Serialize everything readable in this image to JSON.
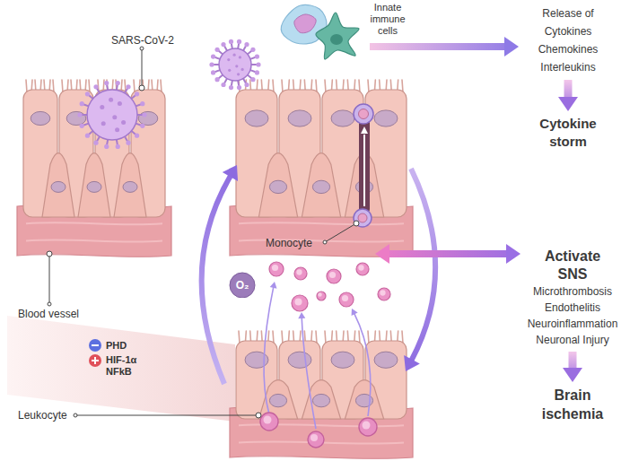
{
  "diagram": {
    "nodes": [
      {
        "text": [
          "Release of Cytokines Chemokines Interleukins"
        ]
      },
      {
        "text": [
          "Cytokine storm"
        ]
      },
      {
        "text": [
          "Activate SNS",
          "Microthrombosis Endothelitis Neuroinflammation Neuronal Injury"
        ]
      },
      {
        "text": [
          "Brain ischemia"
        ]
      }
    ],
    "edges": [
      {
        "from": 0,
        "to": 1,
        "arrow": "to"
      },
      {
        "from": 2,
        "to": 3,
        "arrow": "to"
      }
    ],
    "labels": [
      "SARS-CoV-2",
      "Innate immune cells",
      "Blood vessel",
      "Monocyte",
      "O₂",
      "PHD",
      "HIF-1α NFkB",
      "Leukocyte"
    ]
  }
}
